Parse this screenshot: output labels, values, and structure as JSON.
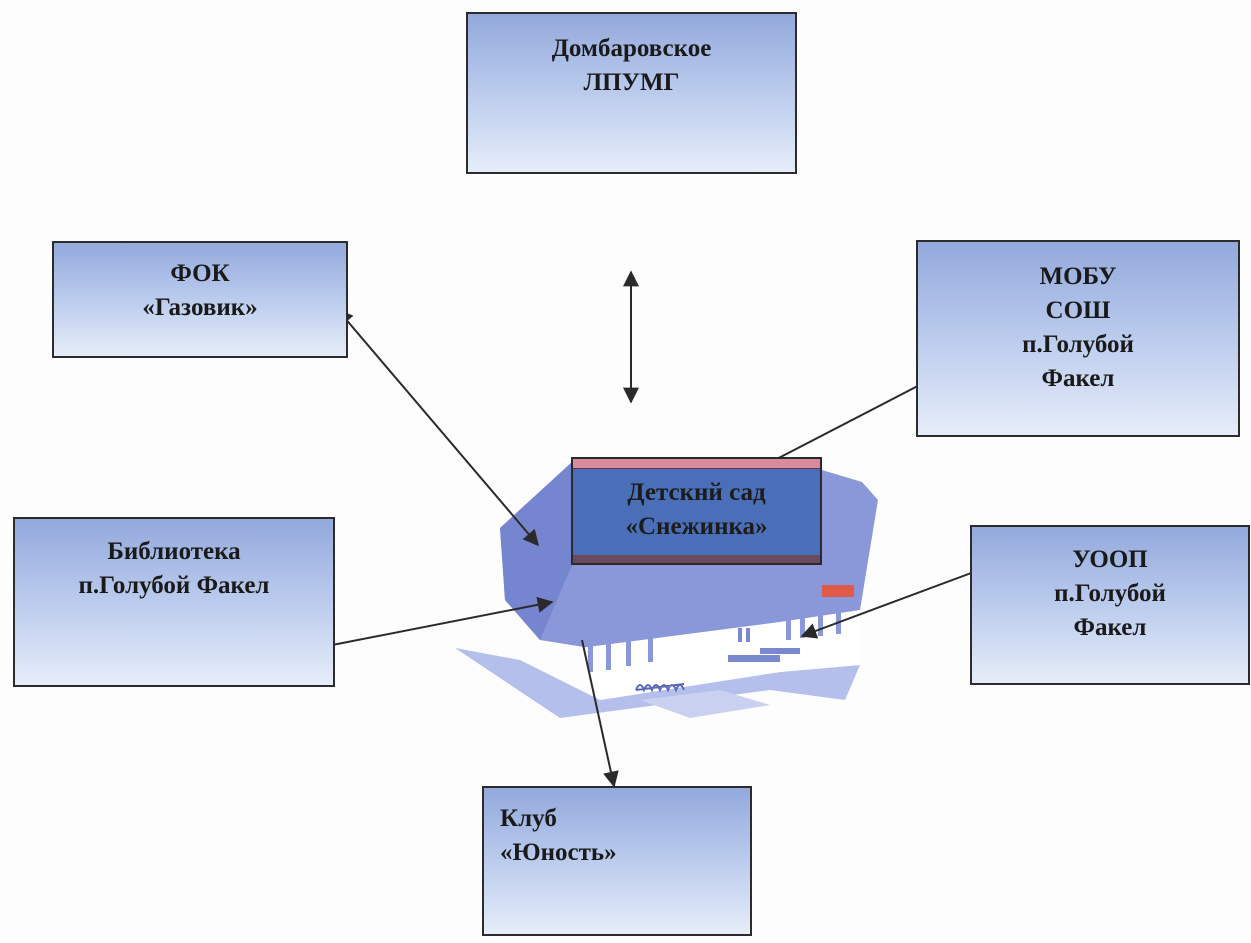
{
  "nodes": {
    "dombarovskoe": {
      "lines": [
        "Домбаровское",
        "ЛПУМГ"
      ]
    },
    "fok": {
      "lines": [
        "ФОК",
        "«Газовик»"
      ]
    },
    "mobu": {
      "lines": [
        "МОБУ",
        "СОШ",
        "п.Голубой",
        "Факел"
      ]
    },
    "library": {
      "lines": [
        "Библиотека",
        "п.Голубой Факел"
      ]
    },
    "uoop": {
      "lines": [
        "УООП",
        "п.Голубой",
        "Факел"
      ]
    },
    "club": {
      "lines": [
        "Клуб",
        "«Юность»"
      ]
    }
  },
  "center": {
    "lines": [
      "Детскнй сад",
      "«Снежинка»"
    ]
  },
  "colors": {
    "box_gradient_top": "#93a9dc",
    "box_gradient_bottom": "#e6edf9",
    "building": "#7f8fd6",
    "sign": "#4a6fb8",
    "sign_stripe": "#d98a9c",
    "arrow": "#2a2a2a"
  },
  "icons": [
    "building-illustration",
    "double-arrow"
  ]
}
